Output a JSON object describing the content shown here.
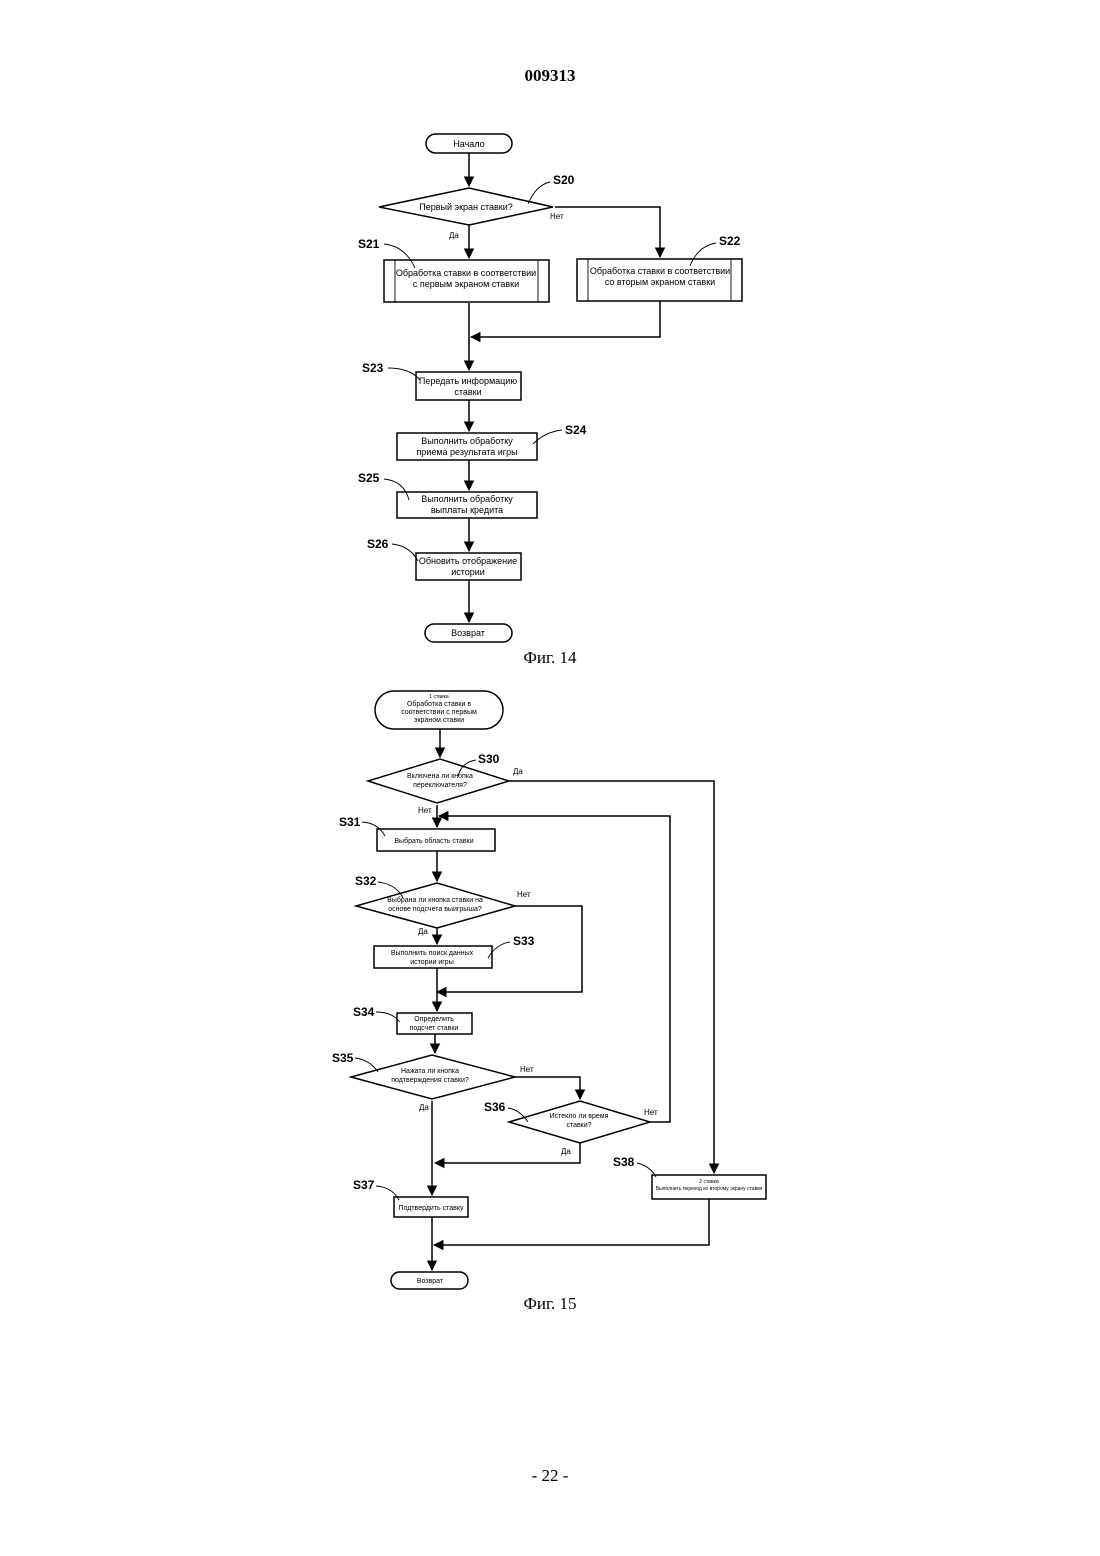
{
  "header": {
    "doc_number": "009313"
  },
  "fig14": {
    "caption": "Фиг. 14",
    "start": "Начало",
    "s20": {
      "label": "S20",
      "question": "Первый экран ставки?",
      "yes": "Да",
      "no": "Нет"
    },
    "s21": {
      "label": "S21",
      "line1": "Обработка ставки в соответствии",
      "line2": "с первым экраном ставки"
    },
    "s22": {
      "label": "S22",
      "line1": "Обработка ставки в соответствии",
      "line2": "со вторым экраном ставки"
    },
    "s23": {
      "label": "S23",
      "line1": "Передать информацию",
      "line2": "ставки"
    },
    "s24": {
      "label": "S24",
      "line1": "Выполнить обработку",
      "line2": "приема результата игры"
    },
    "s25": {
      "label": "S25",
      "line1": "Выполнить обработку",
      "line2": "выплаты кредита"
    },
    "s26": {
      "label": "S26",
      "line1": "Обновить отображение",
      "line2": "истории"
    },
    "end": "Возврат"
  },
  "fig15": {
    "caption": "Фиг. 15",
    "start": {
      "line0": "1 ставка",
      "line1": "Обработка ставки в",
      "line2": "соответствии с первым",
      "line3": "экраном ставки"
    },
    "s30": {
      "label": "S30",
      "line1": "Включена ли кнопка",
      "line2": "переключателя?",
      "yes": "Да",
      "no": "Нет"
    },
    "s31": {
      "label": "S31",
      "text": "Выбрать область ставки"
    },
    "s32": {
      "label": "S32",
      "line1": "Выбрана ли кнопка ставки на",
      "line2": "основе подсчета выигрыша?",
      "yes": "Да",
      "no": "Нет"
    },
    "s33": {
      "label": "S33",
      "line1": "Выполнить поиск данных",
      "line2": "истории игры"
    },
    "s34": {
      "label": "S34",
      "line1": "Определить",
      "line2": "подсчет ставки"
    },
    "s35": {
      "label": "S35",
      "line1": "Нажата ли кнопка",
      "line2": "подтверждения ставки?",
      "yes": "Да",
      "no": "Нет"
    },
    "s36": {
      "label": "S36",
      "line1": "Истекло ли время",
      "line2": "ставки?",
      "yes": "Да",
      "no": "Нет"
    },
    "s37": {
      "label": "S37",
      "text": "Подтвердить ставку"
    },
    "s38": {
      "label": "S38",
      "line1": "2 ставка",
      "line2": "Выполнить переход ко второму экрану ставки"
    },
    "end": "Возврат"
  },
  "footer": {
    "page_number": "- 22 -"
  }
}
